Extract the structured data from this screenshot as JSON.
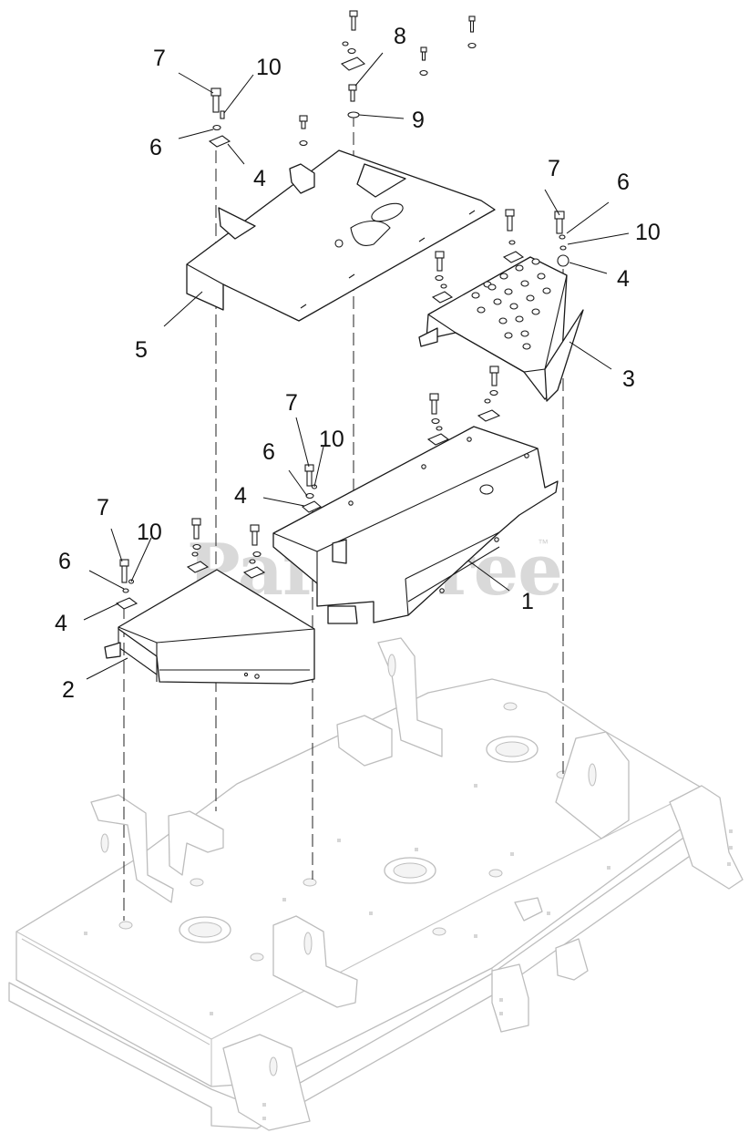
{
  "watermark": {
    "text": "PartsTree",
    "trademark": "™"
  },
  "callouts": {
    "c1": "1",
    "c2": "2",
    "c3": "3",
    "c4a": "4",
    "c4b": "4",
    "c4c": "4",
    "c4d": "4",
    "c5": "5",
    "c6a": "6",
    "c6b": "6",
    "c6c": "6",
    "c6d": "6",
    "c7a": "7",
    "c7b": "7",
    "c7c": "7",
    "c7d": "7",
    "c8": "8",
    "c9": "9",
    "c10a": "10",
    "c10b": "10",
    "c10c": "10",
    "c10d": "10"
  }
}
